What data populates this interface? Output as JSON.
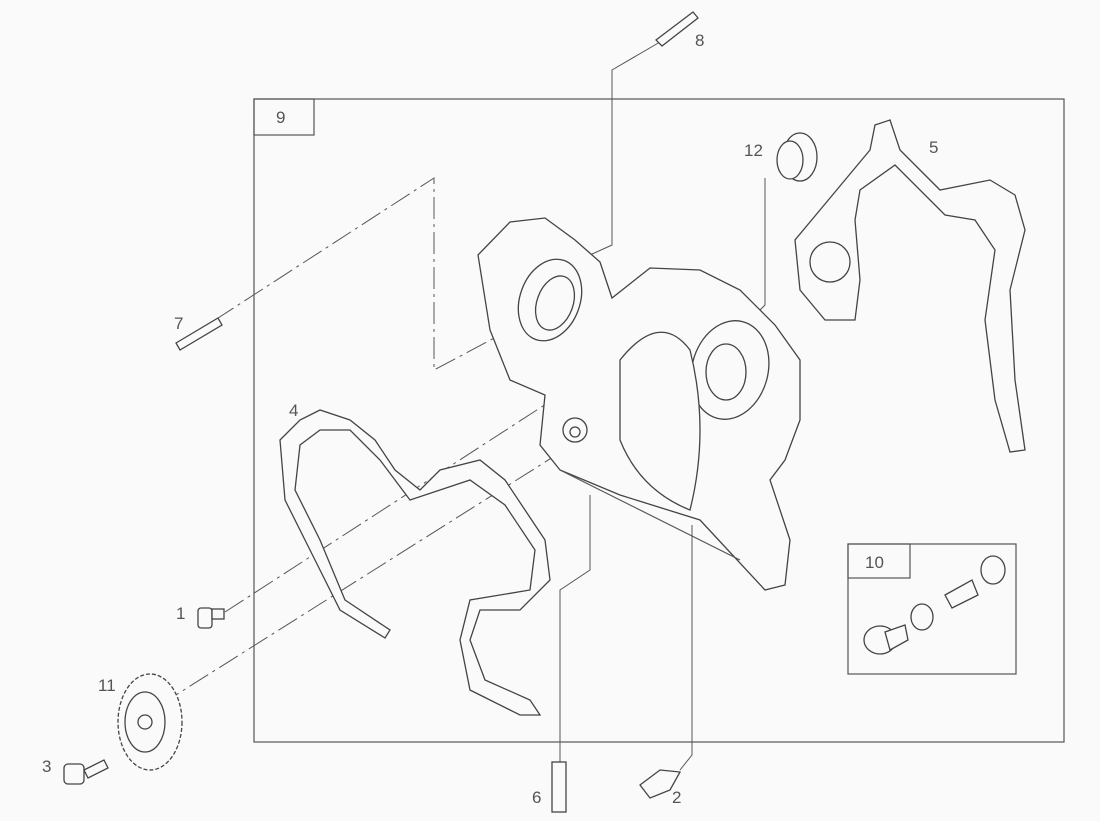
{
  "diagram": {
    "callouts": [
      {
        "id": "1",
        "label": "1"
      },
      {
        "id": "2",
        "label": "2"
      },
      {
        "id": "3",
        "label": "3"
      },
      {
        "id": "4",
        "label": "4"
      },
      {
        "id": "5",
        "label": "5"
      },
      {
        "id": "6",
        "label": "6"
      },
      {
        "id": "7",
        "label": "7"
      },
      {
        "id": "8",
        "label": "8"
      },
      {
        "id": "9",
        "label": "9"
      },
      {
        "id": "10",
        "label": "10"
      },
      {
        "id": "11",
        "label": "11"
      },
      {
        "id": "12",
        "label": "12"
      }
    ],
    "colors": {
      "background": "#fafafa",
      "line": "#555555"
    }
  }
}
